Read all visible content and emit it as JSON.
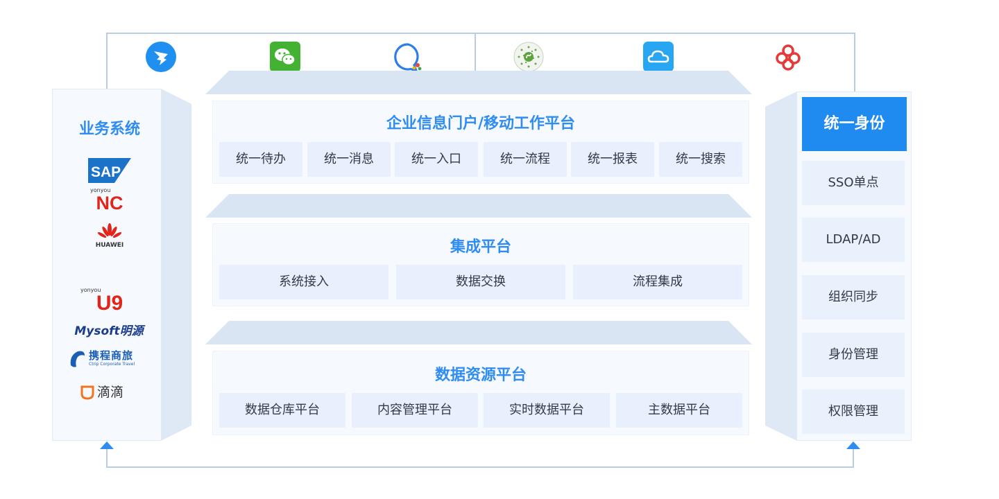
{
  "colors": {
    "accent": "#2f8cf0",
    "primary_block": "#1f8af0",
    "cell_bg": "#e7f0fc",
    "panel_bg": "#f6f9fd",
    "line": "#b9cbe6"
  },
  "top_apps": [
    {
      "name": "dingtalk-icon"
    },
    {
      "name": "wechat-icon"
    },
    {
      "name": "chat-bubble-icon"
    },
    {
      "name": "mini-program-icon"
    },
    {
      "name": "cloud-icon"
    },
    {
      "name": "link-knot-icon"
    }
  ],
  "left": {
    "title": "业务系统",
    "logos": {
      "sap": "SAP",
      "nc_small": "yonyou",
      "nc": "NC",
      "huawei": "HUAWEI",
      "u9_small": "yonyou",
      "u9": "U9",
      "mysoft": "Mysoft明源",
      "ctrip_cn": "携程商旅",
      "ctrip_en": "Ctrip Corporate Travel",
      "didi": "滴滴"
    }
  },
  "layers": {
    "portal": {
      "title": "企业信息门户/移动工作平台",
      "items": [
        "统一待办",
        "统一消息",
        "统一入口",
        "统一流程",
        "统一报表",
        "统一搜索"
      ]
    },
    "integration": {
      "title": "集成平台",
      "items": [
        "系统接入",
        "数据交换",
        "流程集成"
      ]
    },
    "data": {
      "title": "数据资源平台",
      "items": [
        "数据仓库平台",
        "内容管理平台",
        "实时数据平台",
        "主数据平台"
      ]
    }
  },
  "identity": {
    "title": "统一身份",
    "items": [
      "SSO单点",
      "LDAP/AD",
      "组织同步",
      "身份管理",
      "权限管理"
    ]
  }
}
